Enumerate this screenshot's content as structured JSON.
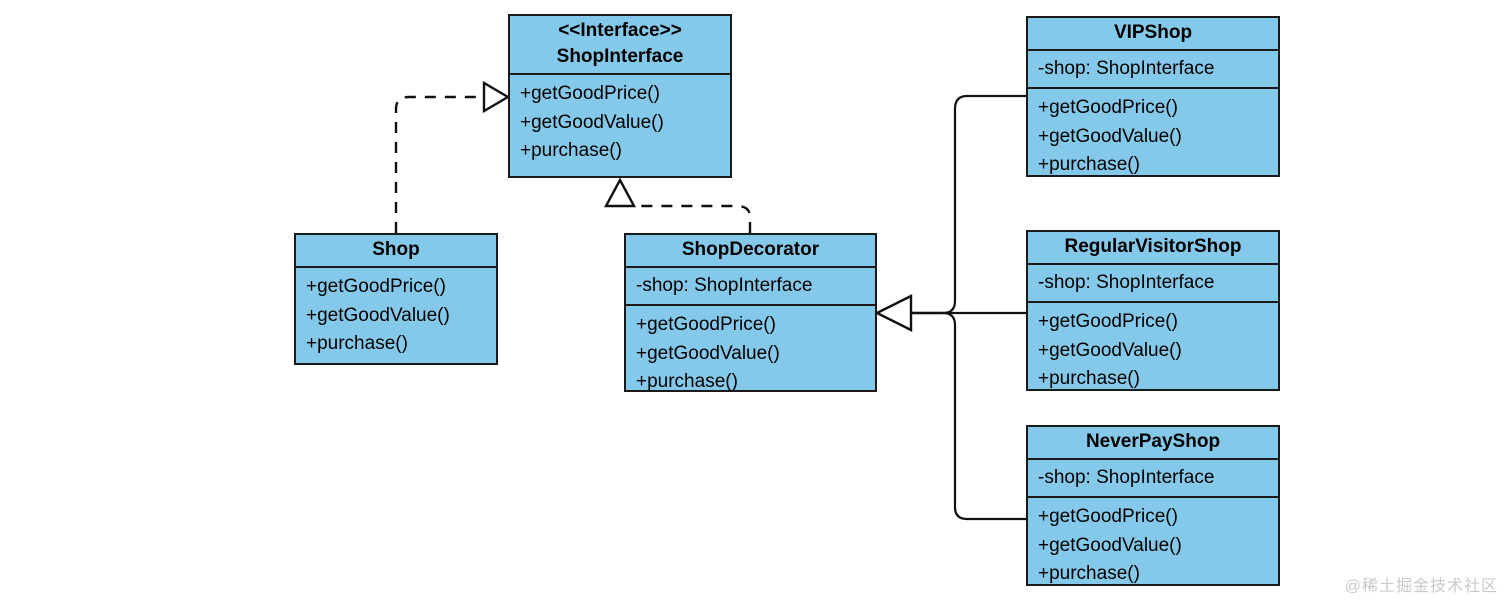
{
  "diagram": {
    "type": "uml-class-diagram",
    "title": "Decorator Pattern Shop Class Diagram",
    "colors": {
      "box_fill": "#85c9ea",
      "box_border": "#1a1a1a",
      "line": "#111111",
      "text": "#000000",
      "background": "#ffffff",
      "watermark": "#c9c9c9"
    },
    "classes": [
      {
        "id": "shop-interface",
        "stereotype": "<<Interface>>",
        "name": "ShopInterface",
        "attributes": [],
        "methods": [
          "+getGoodPrice()",
          "+getGoodValue()",
          "+purchase()"
        ]
      },
      {
        "id": "shop",
        "stereotype": "",
        "name": "Shop",
        "attributes": [],
        "methods": [
          "+getGoodPrice()",
          "+getGoodValue()",
          "+purchase()"
        ]
      },
      {
        "id": "shop-decorator",
        "stereotype": "",
        "name": "ShopDecorator",
        "attributes": [
          "-shop: ShopInterface"
        ],
        "methods": [
          "+getGoodPrice()",
          "+getGoodValue()",
          "+purchase()"
        ]
      },
      {
        "id": "vip-shop",
        "stereotype": "",
        "name": "VIPShop",
        "attributes": [
          "-shop: ShopInterface"
        ],
        "methods": [
          "+getGoodPrice()",
          "+getGoodValue()",
          "+purchase()"
        ]
      },
      {
        "id": "regular-visitor-shop",
        "stereotype": "",
        "name": "RegularVisitorShop",
        "attributes": [
          "-shop: ShopInterface"
        ],
        "methods": [
          "+getGoodPrice()",
          "+getGoodValue()",
          "+purchase()"
        ]
      },
      {
        "id": "never-pay-shop",
        "stereotype": "",
        "name": "NeverPayShop",
        "attributes": [
          "-shop: ShopInterface"
        ],
        "methods": [
          "+getGoodPrice()",
          "+getGoodValue()",
          "+purchase()"
        ]
      }
    ],
    "relationships": [
      {
        "from": "shop",
        "to": "shop-interface",
        "kind": "realization",
        "style": "dashed",
        "arrow": "hollow-triangle"
      },
      {
        "from": "shop-decorator",
        "to": "shop-interface",
        "kind": "realization",
        "style": "dashed",
        "arrow": "hollow-triangle"
      },
      {
        "from": "vip-shop",
        "to": "shop-decorator",
        "kind": "generalization",
        "style": "solid",
        "arrow": "hollow-triangle"
      },
      {
        "from": "regular-visitor-shop",
        "to": "shop-decorator",
        "kind": "generalization",
        "style": "solid",
        "arrow": "hollow-triangle"
      },
      {
        "from": "never-pay-shop",
        "to": "shop-decorator",
        "kind": "generalization",
        "style": "solid",
        "arrow": "hollow-triangle"
      }
    ]
  },
  "watermark": {
    "text": "@稀土掘金技术社区"
  }
}
